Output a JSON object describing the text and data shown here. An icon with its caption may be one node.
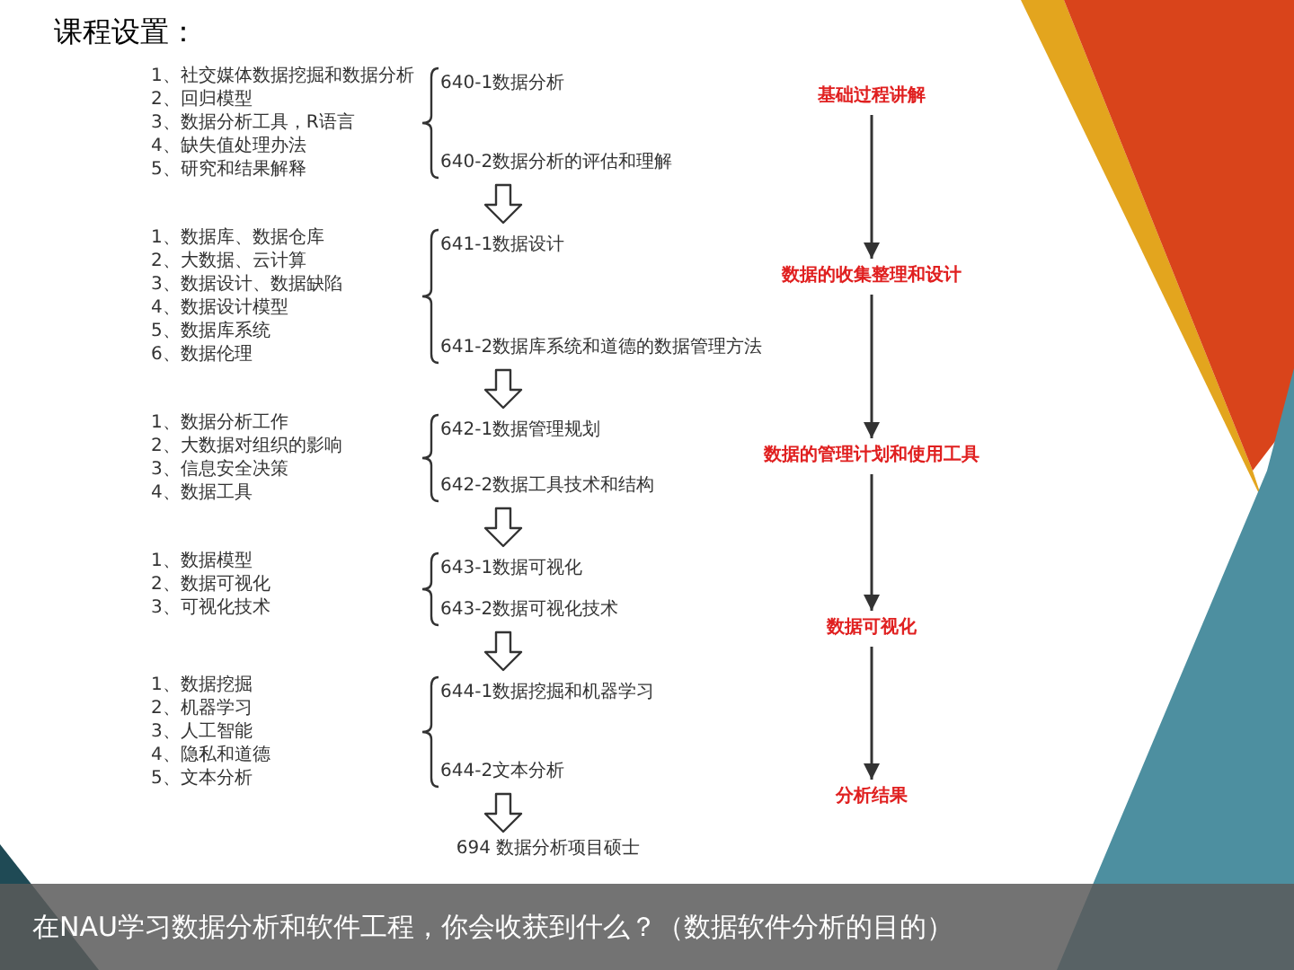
{
  "diagram": {
    "title": "课程设置：",
    "caption": "在NAU学习数据分析和软件工程，你会收获到什么？（数据软件分析的目的）",
    "nodes": [
      {
        "text": [
          "1、社交媒体数据挖掘和数据分析",
          "2、回归模型",
          "3、数据分析工具，R语言",
          "4、缺失值处理办法",
          "5、研究和结果解释"
        ]
      },
      {
        "text": [
          "640-1数据分析",
          "640-2数据分析的评估和理解"
        ]
      },
      {
        "text": [
          "1、数据库、数据仓库",
          "2、大数据、云计算",
          "3、数据设计、数据缺陷",
          "4、数据设计模型",
          "5、数据库系统",
          "6、数据伦理"
        ]
      },
      {
        "text": [
          "641-1数据设计",
          "641-2数据库系统和道德的数据管理方法"
        ]
      },
      {
        "text": [
          "1、数据分析工作",
          "2、大数据对组织的影响",
          "3、信息安全决策",
          "4、数据工具"
        ]
      },
      {
        "text": [
          "642-1数据管理规划",
          "642-2数据工具技术和结构"
        ]
      },
      {
        "text": [
          "1、数据模型",
          "2、数据可视化",
          "3、可视化技术"
        ]
      },
      {
        "text": [
          "643-1数据可视化",
          "643-2数据可视化技术"
        ]
      },
      {
        "text": [
          "1、数据挖掘",
          "2、机器学习",
          "3、人工智能",
          "4、隐私和道德",
          "5、文本分析"
        ]
      },
      {
        "text": [
          "644-1数据挖掘和机器学习",
          "644-2文本分析"
        ]
      },
      {
        "text": [
          "694 数据分析项目硕士"
        ]
      },
      {
        "text": [
          "基础过程讲解"
        ]
      },
      {
        "text": [
          "数据的收集整理和设计"
        ]
      },
      {
        "text": [
          "数据的管理计划和使用工具"
        ]
      },
      {
        "text": [
          "数据可视化"
        ]
      },
      {
        "text": [
          "分析结果"
        ]
      }
    ],
    "edges": [
      {
        "from": 1,
        "to": 3,
        "arrow": "to",
        "style": "thick"
      },
      {
        "from": 3,
        "to": 5,
        "arrow": "to",
        "style": "thick"
      },
      {
        "from": 5,
        "to": 7,
        "arrow": "to",
        "style": "thick"
      },
      {
        "from": 7,
        "to": 9,
        "arrow": "to",
        "style": "thick"
      },
      {
        "from": 9,
        "to": 10,
        "arrow": "to",
        "style": "thick"
      },
      {
        "from": 11,
        "to": 12,
        "arrow": "to"
      },
      {
        "from": 12,
        "to": 13,
        "arrow": "to"
      },
      {
        "from": 13,
        "to": 14,
        "arrow": "to"
      },
      {
        "from": 14,
        "to": 15,
        "arrow": "to"
      }
    ]
  }
}
